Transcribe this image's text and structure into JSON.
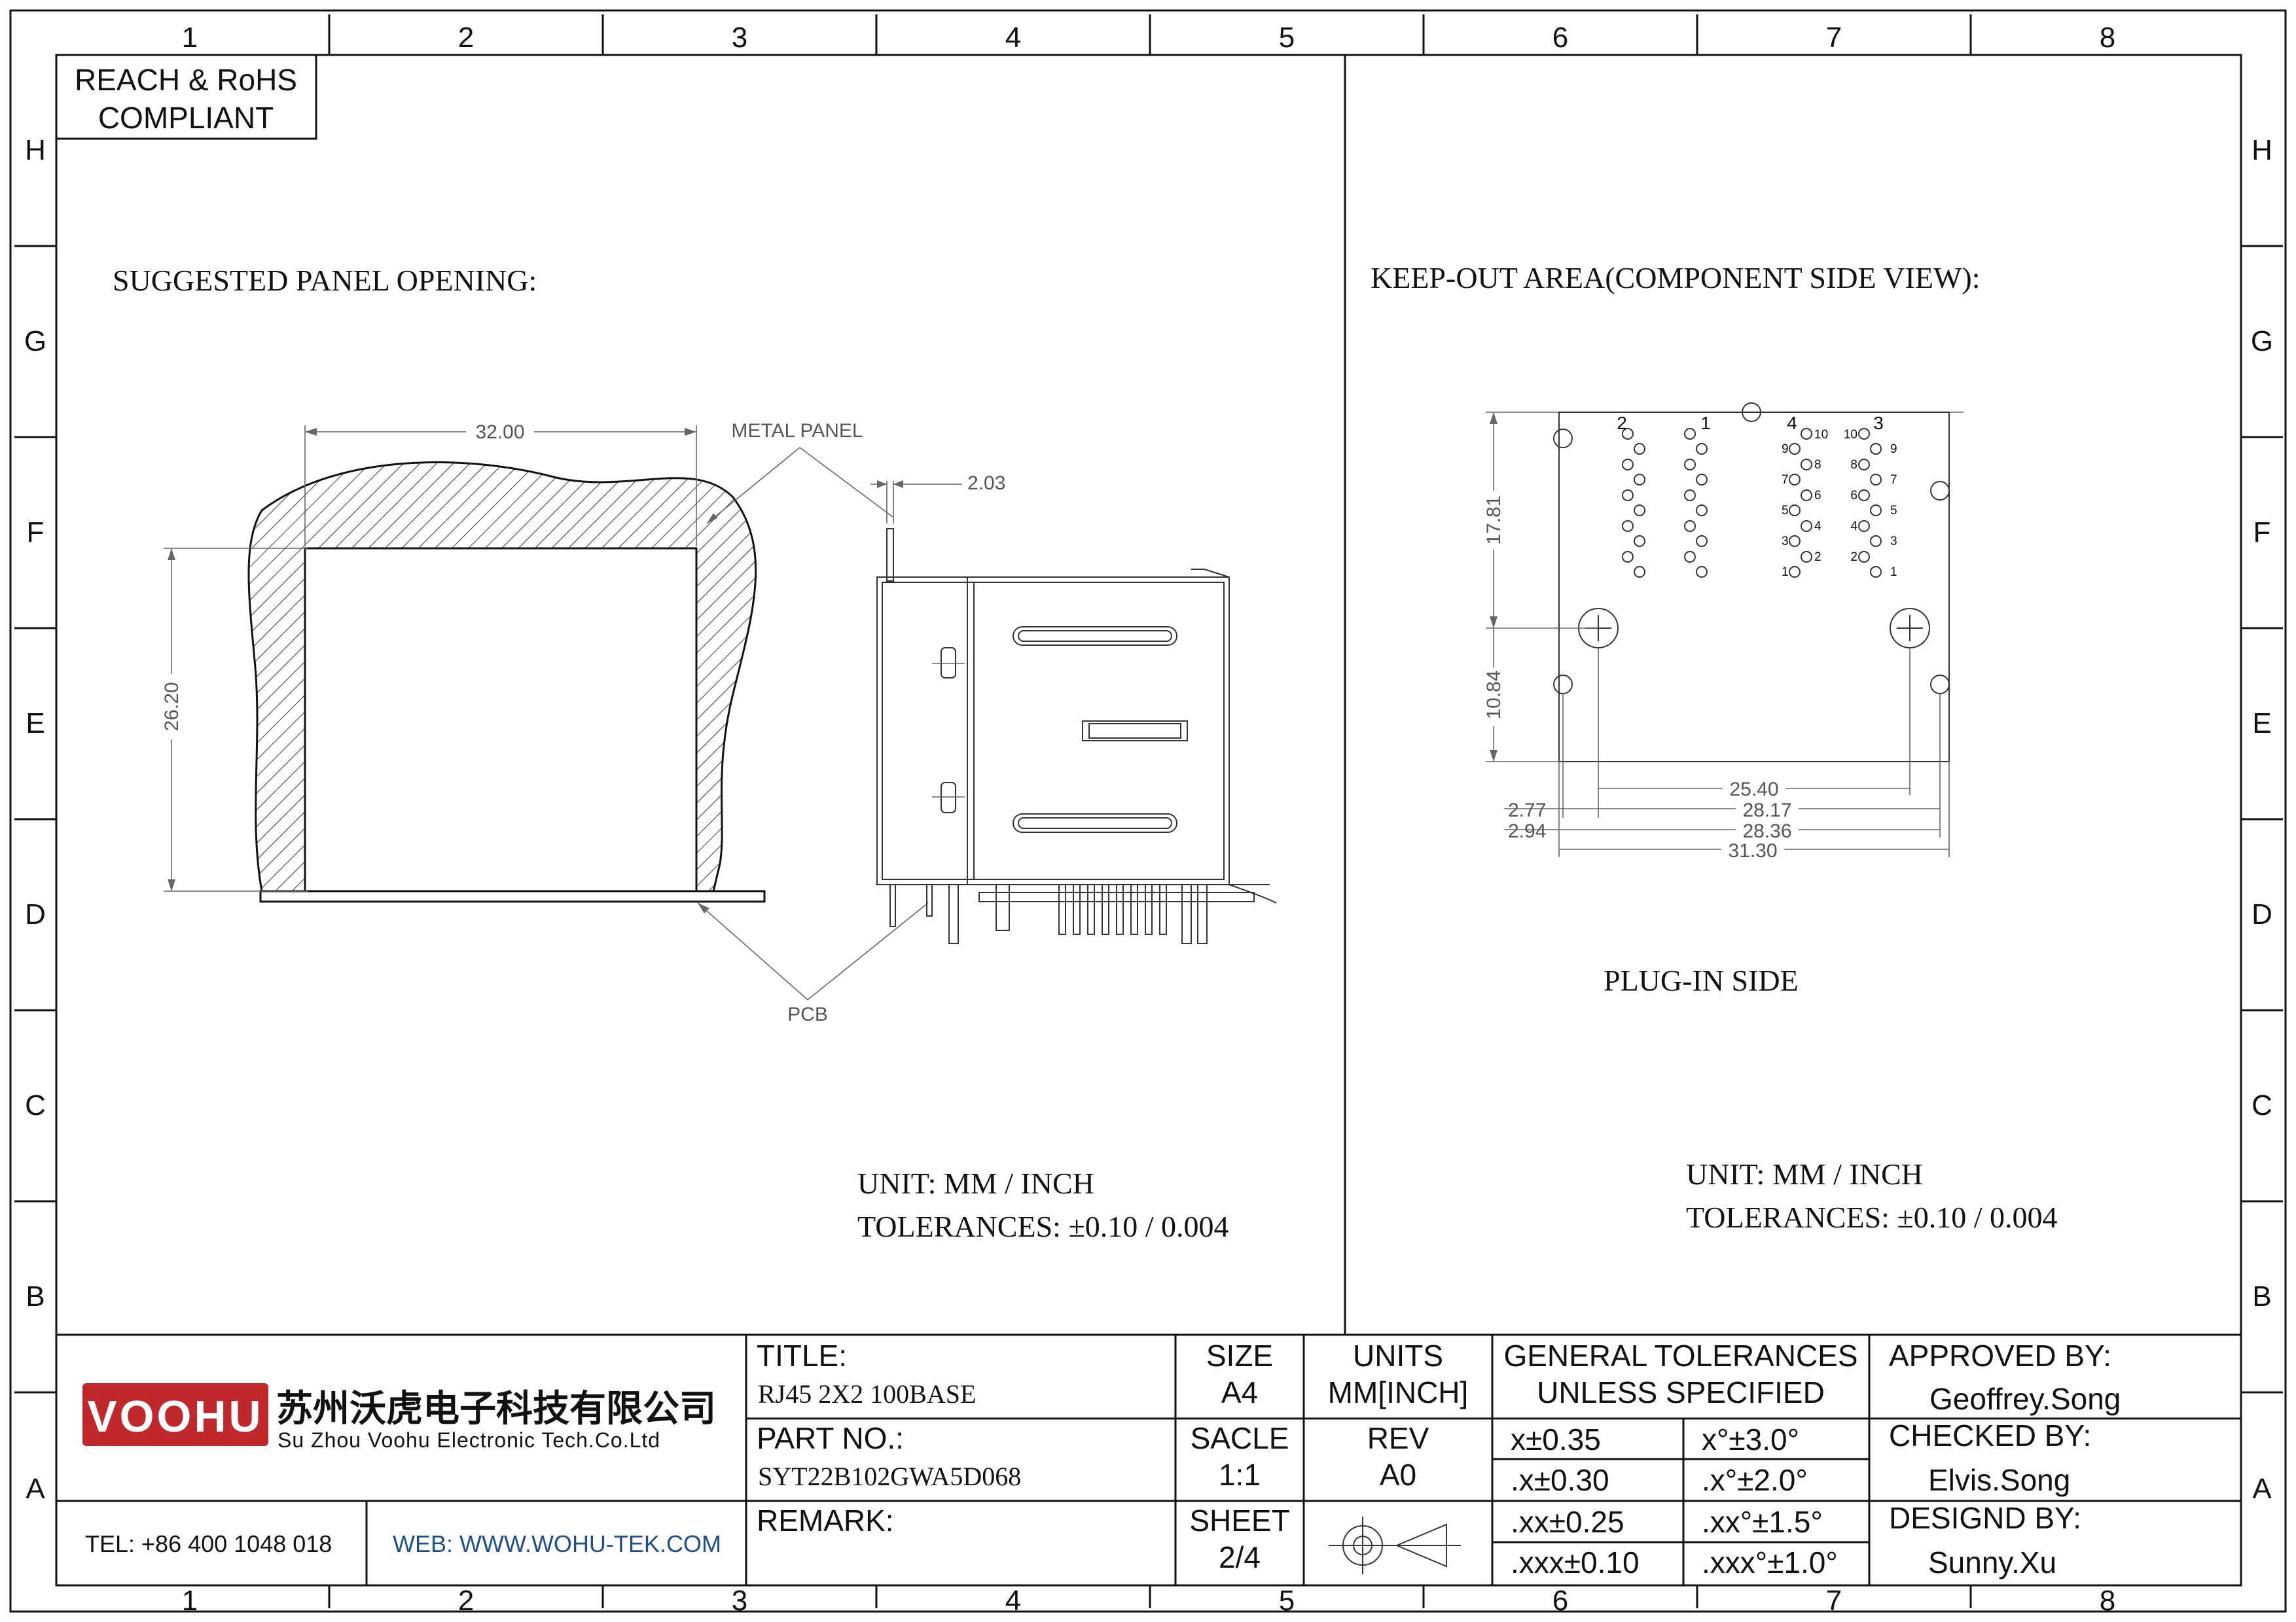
{
  "border": {
    "columns": [
      "1",
      "2",
      "3",
      "4",
      "5",
      "6",
      "7",
      "8"
    ],
    "rows": [
      "H",
      "G",
      "F",
      "E",
      "D",
      "C",
      "B",
      "A"
    ]
  },
  "compliance": {
    "line1": "REACH & RoHS",
    "line2": "COMPLIANT"
  },
  "left_view": {
    "heading": "SUGGESTED PANEL OPENING:",
    "width_dim": "32.00",
    "height_dim": "26.20",
    "thickness_dim": "2.03",
    "metal_panel_label": "METAL PANEL",
    "pcb_label": "PCB",
    "unit_line": "UNIT: MM / INCH",
    "tolerance_line": "TOLERANCES: ±0.10 / 0.004"
  },
  "right_view": {
    "heading": "KEEP-OUT AREA(COMPONENT SIDE VIEW):",
    "dims": {
      "d17_81": "17.81",
      "d10_84": "10.84",
      "d25_40": "25.40",
      "d2_77": "2.77",
      "d28_17": "28.17",
      "d2_94": "2.94",
      "d28_36": "28.36",
      "d31_30": "31.30"
    },
    "port_labels": [
      "2",
      "1",
      "4",
      "3"
    ],
    "pin_labels_port4": [
      "10",
      "9",
      "8",
      "7",
      "6",
      "5",
      "4",
      "3",
      "2",
      "1"
    ],
    "pin_labels_port3": [
      "10",
      "9",
      "8",
      "7",
      "6",
      "5",
      "4",
      "3",
      "2",
      "1"
    ],
    "plug_in_side": "PLUG-IN SIDE",
    "unit_line": "UNIT: MM / INCH",
    "tolerance_line": "TOLERANCES: ±0.10 / 0.004"
  },
  "title_block": {
    "logo": "VOOHU",
    "company_cn": "苏州沃虎电子科技有限公司",
    "company_en": "Su Zhou Voohu Electronic Tech.Co.Ltd",
    "tel": "TEL: +86 400 1048 018",
    "web": "WEB: WWW.WOHU-TEK.COM",
    "title_label": "TITLE:",
    "title_value": "RJ45 2X2 100BASE",
    "part_label": "PART NO.:",
    "part_value": "SYT22B102GWA5D068",
    "remark_label": "REMARK:",
    "size_label": "SIZE",
    "size_value": "A4",
    "units_label": "UNITS",
    "units_value": "MM[INCH]",
    "scale_label": "SACLE",
    "scale_value": "1:1",
    "rev_label": "REV",
    "rev_value": "A0",
    "sheet_label": "SHEET",
    "sheet_value": "2/4",
    "gen_tol_line1": "GENERAL TOLERANCES",
    "gen_tol_line2": "UNLESS SPECIFIED",
    "tol_rows": [
      [
        "x±0.35",
        "x°±3.0°"
      ],
      [
        ".x±0.30",
        ".x°±2.0°"
      ],
      [
        ".xx±0.25",
        ".xx°±1.5°"
      ],
      [
        ".xxx±0.10",
        ".xxx°±1.0°"
      ]
    ],
    "approved_label": "APPROVED BY:",
    "approved_value": "Geoffrey.Song",
    "checked_label": "CHECKED BY:",
    "checked_value": "Elvis.Song",
    "designed_label": "DESIGND BY:",
    "designed_value": "Sunny.Xu"
  },
  "colors": {
    "brand_red": "#c0282d",
    "web_blue": "#1f4e8c",
    "line": "#111111"
  }
}
